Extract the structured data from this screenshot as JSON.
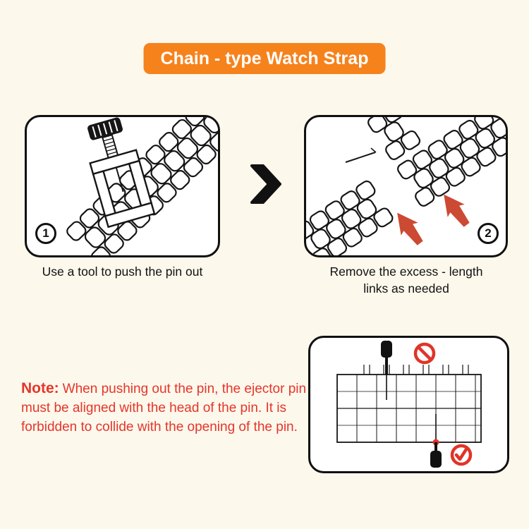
{
  "title": "Chain - type Watch Strap",
  "steps": [
    {
      "number": "1",
      "caption": "Use a tool to push the pin out"
    },
    {
      "number": "2",
      "caption": "Remove the excess - length links as needed"
    }
  ],
  "note": {
    "label": "Note:",
    "text": "When pushing out the pin, the ejector pin must be aligned with the head of the pin. It is forbidden to collide with the opening of the pin."
  },
  "icons": {
    "chevron": "chevron-right-icon",
    "prohibition": "prohibition-icon",
    "check": "check-icon",
    "arrow": "red-arrow-icon"
  },
  "colors": {
    "background": "#FCF8EC",
    "banner_orange": "#F6821C",
    "note_red": "#E6352A",
    "arrow_red": "#CC4A33",
    "icon_red": "#E03428",
    "outline_black": "#111111"
  }
}
